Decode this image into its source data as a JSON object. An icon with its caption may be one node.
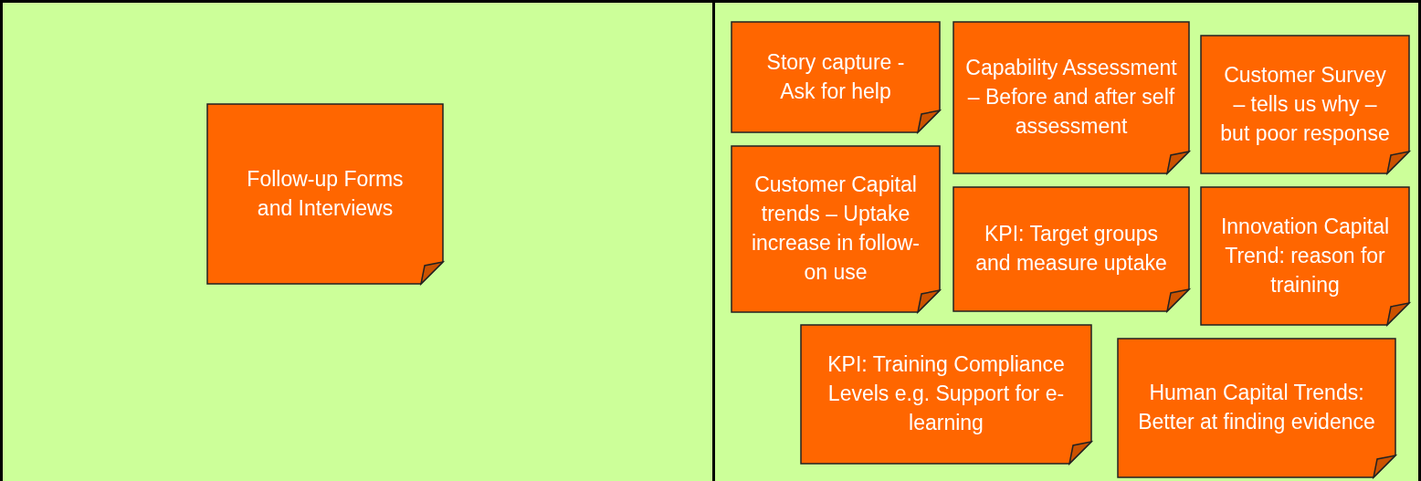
{
  "diagram": {
    "nodes": [
      {
        "text": [
          "Follow-up Forms and Interviews"
        ]
      },
      {
        "text": [
          "Story capture - Ask for help"
        ]
      },
      {
        "text": [
          "Capability Assessment – Before and after self assessment"
        ]
      },
      {
        "text": [
          "Customer Survey – tells us why – but poor response"
        ]
      },
      {
        "text": [
          "Customer Capital trends – Uptake increase in follow- on use"
        ]
      },
      {
        "text": [
          "KPI: Target groups and measure uptake"
        ]
      },
      {
        "text": [
          "Innovation Capital Trend: reason for training"
        ]
      },
      {
        "text": [
          "KPI: Training Compliance Levels e.g. Support for e-learning"
        ]
      },
      {
        "text": [
          "Human Capital Trends: Better at finding evidence"
        ]
      }
    ]
  }
}
